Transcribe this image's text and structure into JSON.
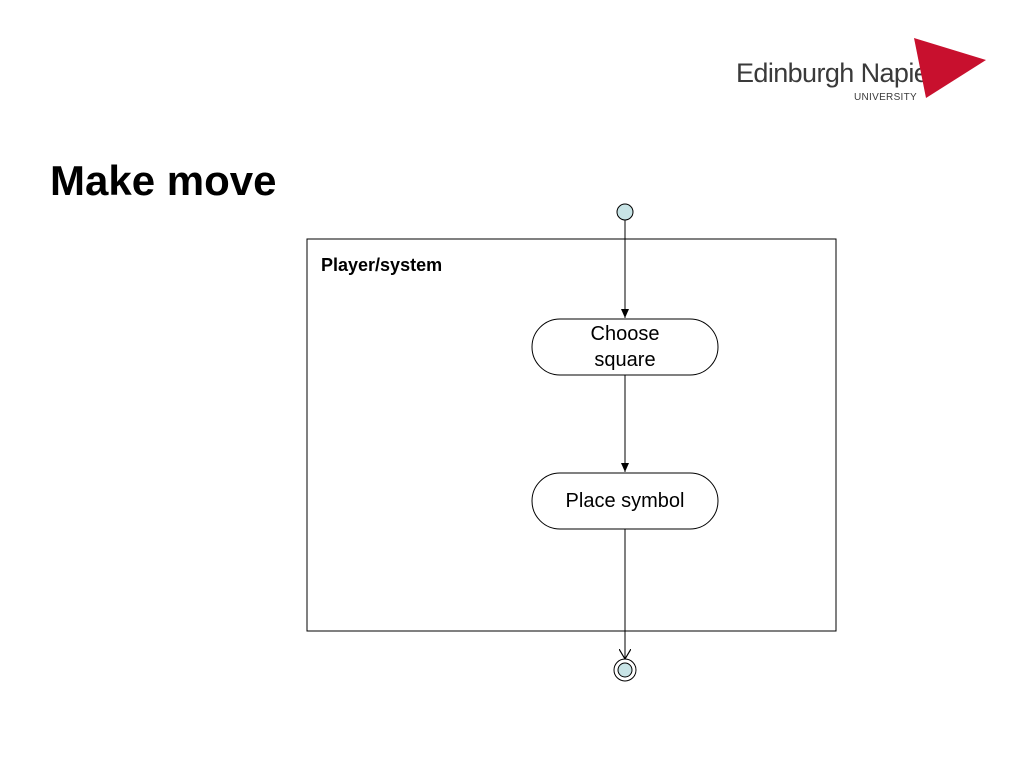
{
  "logo": {
    "name": "Edinburgh Napier",
    "subtitle": "UNIVERSITY",
    "brand_color": "#c8102e"
  },
  "slide": {
    "title": "Make move"
  },
  "diagram": {
    "partition_label": "Player/system",
    "nodes": {
      "choose_square": "Choose\nsquare",
      "place_symbol": "Place symbol"
    },
    "colors": {
      "node_fill": "#c8e4e6",
      "line": "#000000"
    }
  }
}
